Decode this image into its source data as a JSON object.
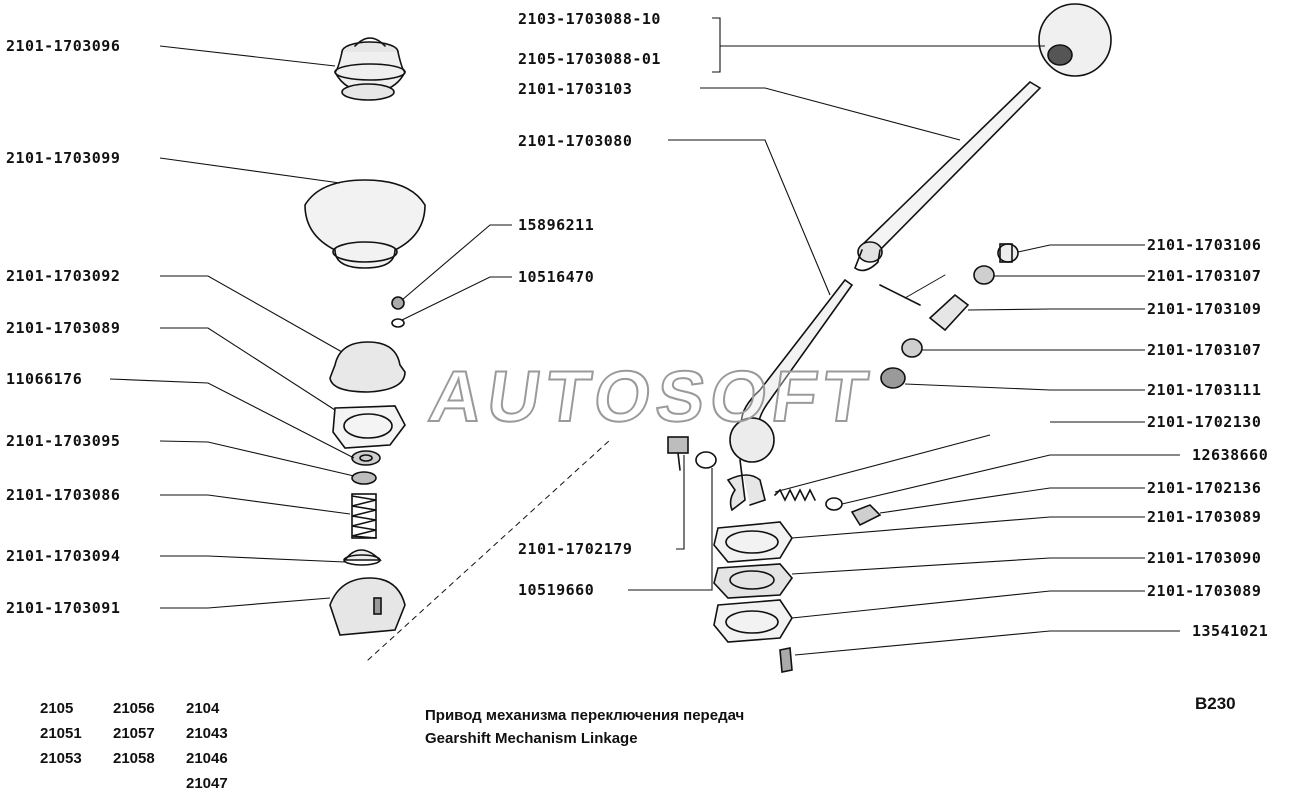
{
  "left_labels": [
    "2101-1703096",
    "2101-1703099",
    "2101-1703092",
    "2101-1703089",
    "11066176",
    "2101-1703095",
    "2101-1703086",
    "2101-1703094",
    "2101-1703091"
  ],
  "center_labels": [
    "15896211",
    "10516470"
  ],
  "top_labels": [
    "2103-1703088-10",
    "2105-1703088-01",
    "2101-1703103",
    "2101-1703080"
  ],
  "bottom_center_labels": [
    "2101-1702179",
    "10519660"
  ],
  "right_labels": [
    "2101-1703106",
    "2101-1703107",
    "2101-1703109",
    "2101-1703107",
    "2101-1703111",
    "2101-1702130",
    "12638660",
    "2101-1702136",
    "2101-1703089",
    "2101-1703090",
    "2101-1703089",
    "13541021"
  ],
  "models": {
    "col1": [
      "2105",
      "21051",
      "21053"
    ],
    "col2": [
      "21056",
      "21057",
      "21058"
    ],
    "col3": [
      "2104",
      "21043",
      "21046",
      "21047"
    ]
  },
  "caption": {
    "ru": "Привод механизма переключения передач",
    "en": "Gearshift Mechanism Linkage"
  },
  "diagram_code": "B230",
  "watermark": "AUTOSOFT"
}
